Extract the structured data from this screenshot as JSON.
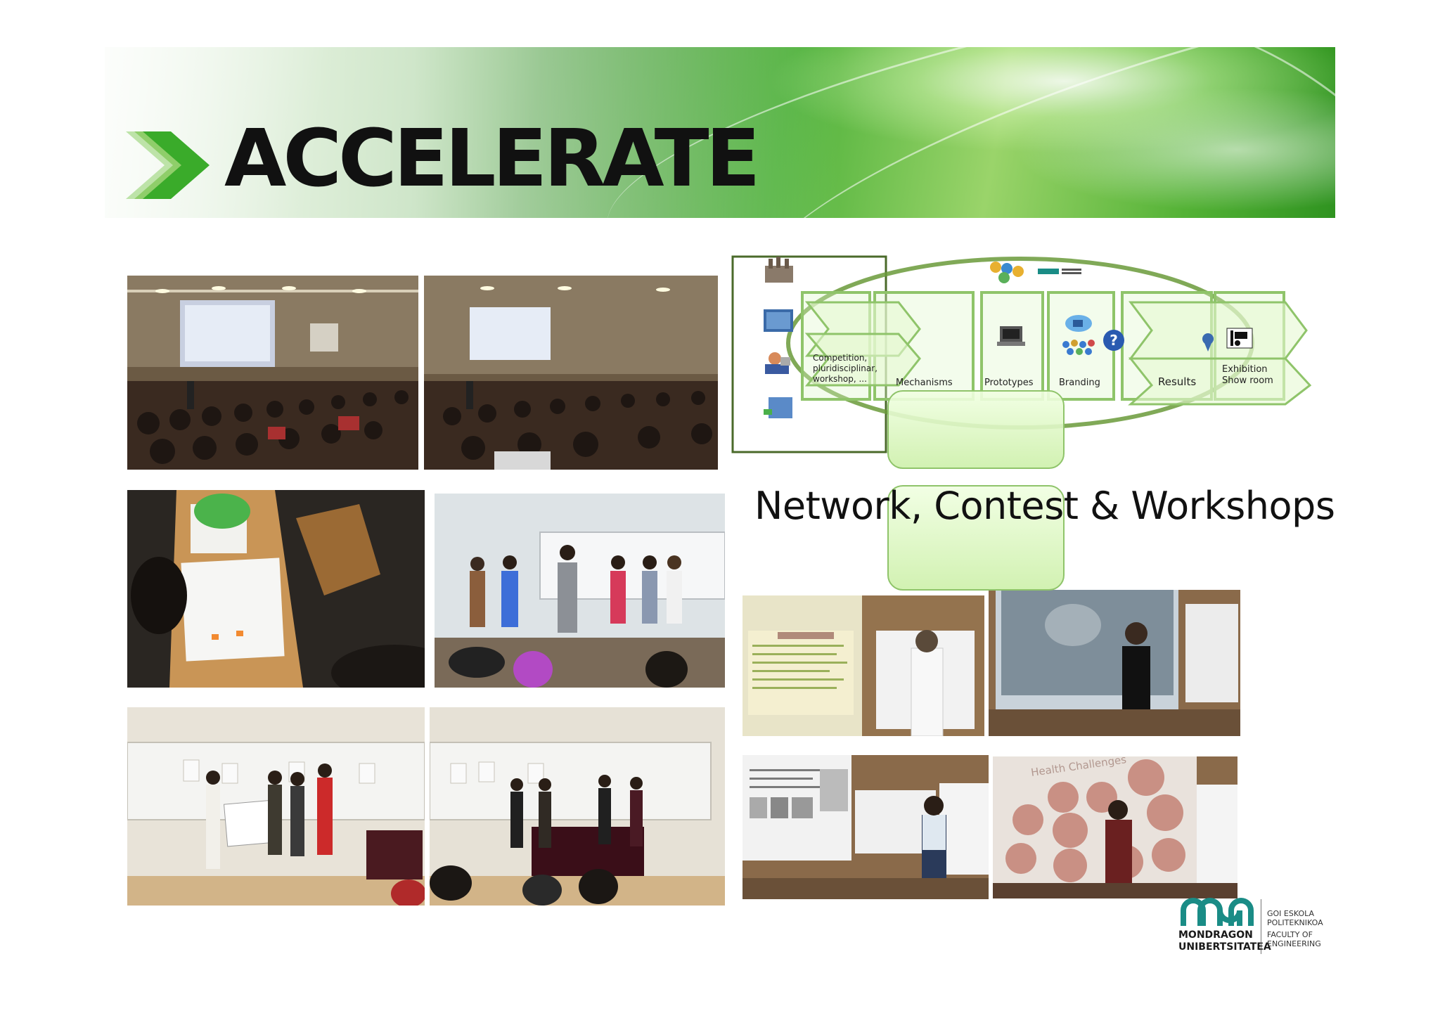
{
  "banner": {
    "title": "ACCELERATE"
  },
  "diagram": {
    "step_labels": {
      "competition": "Competition, pluridisciplinar, workshop, ...",
      "mechanisms": "Mechanisms",
      "prototypes": "Prototypes",
      "branding": "Branding",
      "results": "Results",
      "exhibition": "Exhibition Show room"
    },
    "icons": [
      "factory-icon",
      "building-icon",
      "person-computer-icon",
      "office-building-icon",
      "people-group-icon",
      "mondragon-mini-logo-icon",
      "tablet-device-icon",
      "video-camera-icon",
      "question-mark-icon",
      "crowd-icon",
      "award-ribbon-icon",
      "presentation-icon"
    ],
    "accent_color": "#6a9a3a"
  },
  "caption": {
    "text": "Network, Contest & Workshops"
  },
  "logo": {
    "name_line1": "MONDRAGON",
    "name_line2": "UNIBERTSITATEA",
    "sub_line1": "GOI ESKOLA",
    "sub_line2": "POLITEKNIKOA",
    "sub_line3": "FACULTY OF",
    "sub_line4": "ENGINEERING",
    "brand_color": "#1a8c86"
  },
  "slide_text": {
    "health_challenges": "Health Challenges"
  },
  "colors": {
    "banner_green": "#2b8c1d",
    "title_black": "#111111",
    "diagram_green": "#8fc46a"
  }
}
